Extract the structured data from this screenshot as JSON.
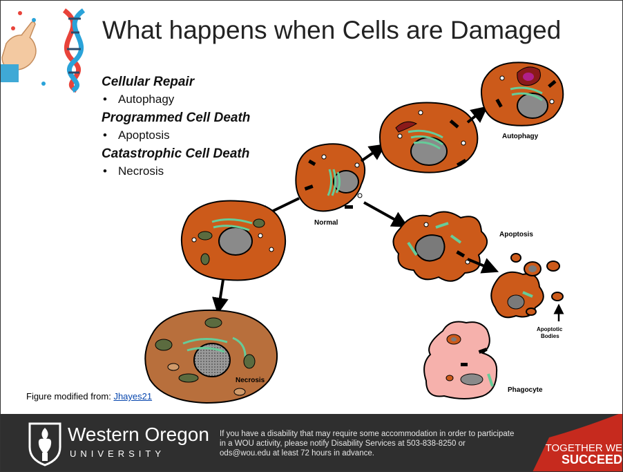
{
  "slide": {
    "title": "What happens when Cells are Damaged",
    "sections": [
      {
        "heading": "Cellular Repair",
        "bullet": "Autophagy"
      },
      {
        "heading": "Programmed Cell Death",
        "bullet": "Apoptosis"
      },
      {
        "heading": "Catastrophic Cell Death",
        "bullet": "Necrosis"
      }
    ],
    "bullet_glyph": "•",
    "caption_prefix": "Figure modified from: ",
    "caption_link": "Jhayes21"
  },
  "diagram": {
    "labels": {
      "normal": "Normal",
      "autophagy": "Autophagy",
      "apoptosis": "Apoptosis",
      "apoptotic_bodies_line1": "Apoptotic",
      "apoptotic_bodies_line2": "Bodies",
      "necrosis": "Necrosis",
      "phagocyte": "Phagocyte"
    }
  },
  "footer": {
    "university_name": "Western Oregon",
    "university_sub": "UNIVERSITY",
    "notice": "If you have a disability that may require some accommodation in order to participate in a WOU activity, please notify Disability Services at 503-838-8250 or ods@wou.edu at least 72 hours in advance.",
    "tagline_1": "TOGETHER WE",
    "tagline_2": "SUCCEED"
  },
  "colors": {
    "cell_orange": "#cc5a1a",
    "necrosis_brown": "#b86f3c",
    "phagocyte_pink": "#f6b1ac",
    "nucleus_gray": "#8a8a8a",
    "organelle_green": "#66cc99",
    "footer_bg": "#2f2f2f",
    "tagline_red": "#c62a1e"
  },
  "icons": [
    "dna-icon",
    "hand-icon",
    "wou-torch-logo-icon",
    "arrow-icon"
  ]
}
